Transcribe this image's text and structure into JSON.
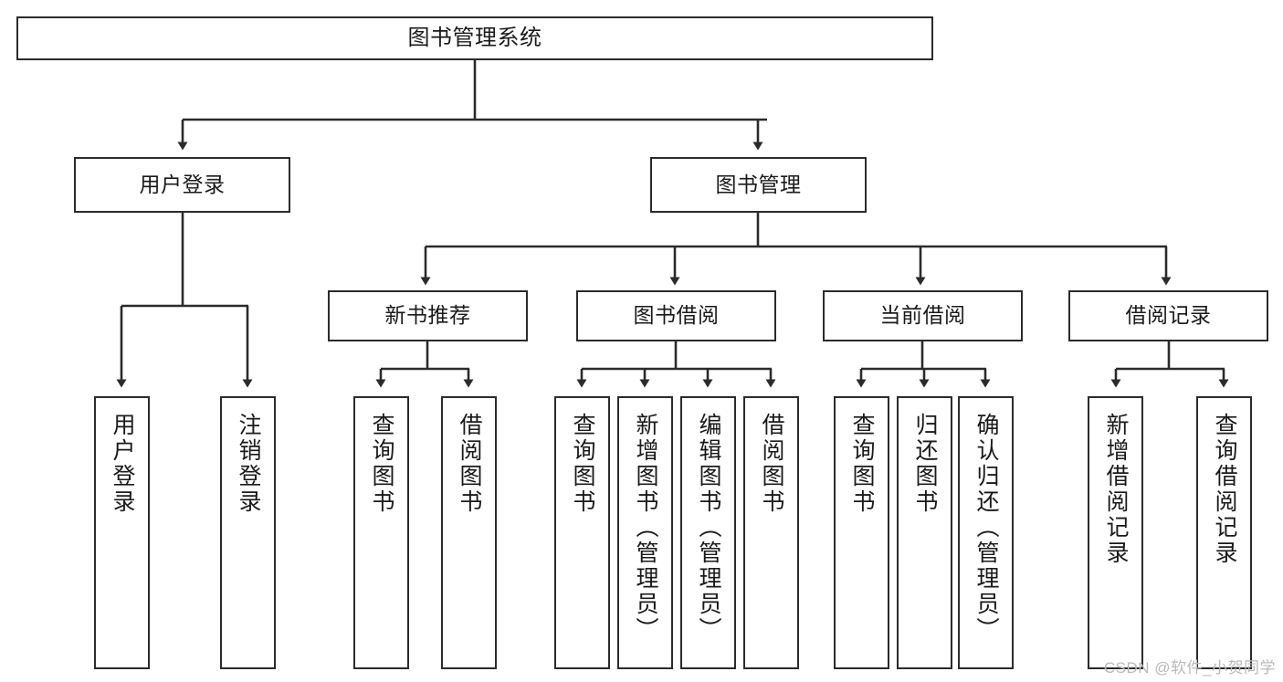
{
  "diagram": {
    "title": "图书管理系统",
    "type": "tree-hierarchy",
    "watermark": "CSDN @软件_小贺同学",
    "colors": {
      "stroke": "#2b2b2b",
      "fill": "#ffffff",
      "text": "#1a1a1a",
      "watermark": "#b9b9b9"
    },
    "nodes": {
      "root": {
        "label": "图书管理系统"
      },
      "level2": [
        {
          "id": "user-login",
          "label": "用户登录"
        },
        {
          "id": "book-manage",
          "label": "图书管理"
        }
      ],
      "level3": [
        {
          "id": "new-book-recommend",
          "label": "新书推荐"
        },
        {
          "id": "book-borrow",
          "label": "图书借阅"
        },
        {
          "id": "current-borrow",
          "label": "当前借阅"
        },
        {
          "id": "borrow-record",
          "label": "借阅记录"
        }
      ],
      "leaves": [
        {
          "id": "leaf-user-login",
          "label": "用户登录"
        },
        {
          "id": "leaf-user-logout",
          "label": "注销登录"
        },
        {
          "id": "leaf-query-book-1",
          "label": "查询图书"
        },
        {
          "id": "leaf-borrow-book-1",
          "label": "借阅图书"
        },
        {
          "id": "leaf-query-book-2",
          "label": "查询图书"
        },
        {
          "id": "leaf-add-book",
          "label": "新增图书（管理员）"
        },
        {
          "id": "leaf-edit-book",
          "label": "编辑图书（管理员）"
        },
        {
          "id": "leaf-borrow-book-2",
          "label": "借阅图书"
        },
        {
          "id": "leaf-query-book-3",
          "label": "查询图书"
        },
        {
          "id": "leaf-return-book",
          "label": "归还图书"
        },
        {
          "id": "leaf-confirm-return",
          "label": "确认归还（管理员）"
        },
        {
          "id": "leaf-add-record",
          "label": "新增借阅记录"
        },
        {
          "id": "leaf-query-record",
          "label": "查询借阅记录"
        }
      ]
    }
  }
}
